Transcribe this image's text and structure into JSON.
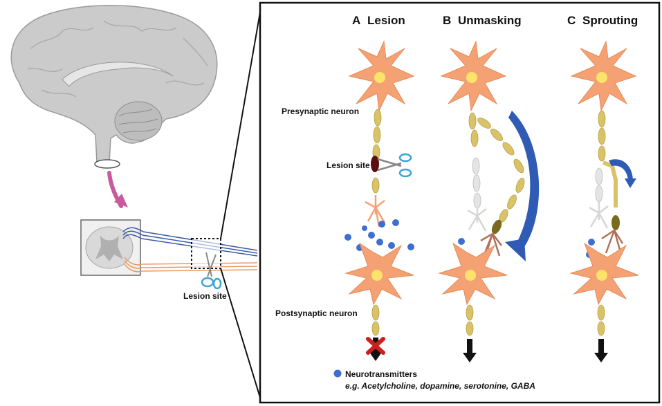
{
  "panels": [
    {
      "letter": "A",
      "title": "Lesion"
    },
    {
      "letter": "B",
      "title": "Unmasking"
    },
    {
      "letter": "C",
      "title": "Sprouting"
    }
  ],
  "labels": {
    "presynaptic": "Presynaptic neuron",
    "lesion_site_panel": "Lesion site",
    "postsynaptic": "Postsynaptic neuron",
    "lesion_site_overview": "Lesion site"
  },
  "legend": {
    "title": "Neurotransmitters",
    "examples": "e.g. Acetylcholine, dopamine, serotonine, GABA"
  },
  "colors": {
    "neuron": "#f4a274",
    "nucleus": "#fde36a",
    "axon": "#d9c267",
    "axon_dark": "#9a8a3a",
    "faded_neuron": "#d6d6d6",
    "neurotransmitter": "#3e6fcf",
    "arrow_blue": "#2f5bb5",
    "brain": "#c9c9c9",
    "pink_arrow": "#c75b9b",
    "lesion_dark": "#5a0f0f",
    "block_x": "#cc1f1f",
    "scissor_blue": "#3aa3d8",
    "tract_blue": "#3a5aa8",
    "tract_orange": "#e89a66"
  }
}
